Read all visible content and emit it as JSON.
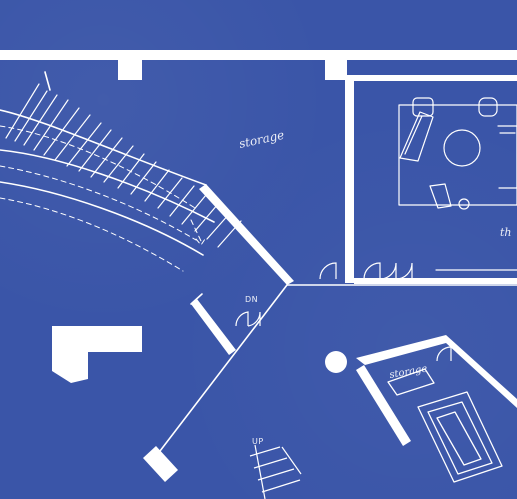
{
  "colors": {
    "background": "#3a55a8",
    "walls": "#ffffff",
    "sketch": "#d7def3"
  },
  "labels": {
    "storage_top": "storage",
    "storage_small": "storage",
    "down": "DN",
    "up": "UP",
    "partial_right": "th"
  }
}
